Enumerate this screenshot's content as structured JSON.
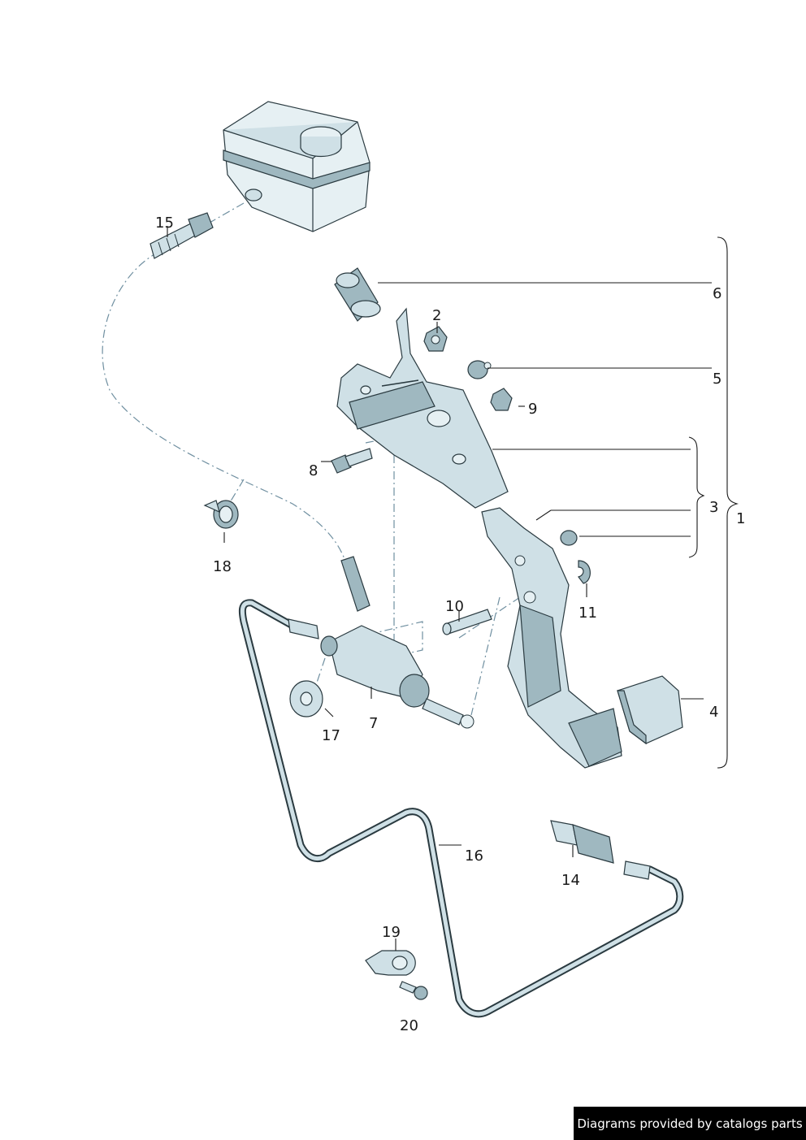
{
  "callouts": {
    "c1": "1",
    "c2": "2",
    "c3": "3",
    "c4": "4",
    "c5": "5",
    "c6": "6",
    "c7": "7",
    "c8": "8",
    "c9": "9",
    "c10": "10",
    "c11": "11",
    "c14": "14",
    "c15": "15",
    "c16": "16",
    "c17": "17",
    "c18": "18",
    "c19": "19",
    "c20": "20"
  },
  "credit": "Diagrams provided by catalogs parts",
  "colors": {
    "part_fill": "#cfe0e6",
    "part_shadow": "#9fb8c0",
    "outline": "#2a3a40",
    "dash_line": "#6f8fa0"
  }
}
